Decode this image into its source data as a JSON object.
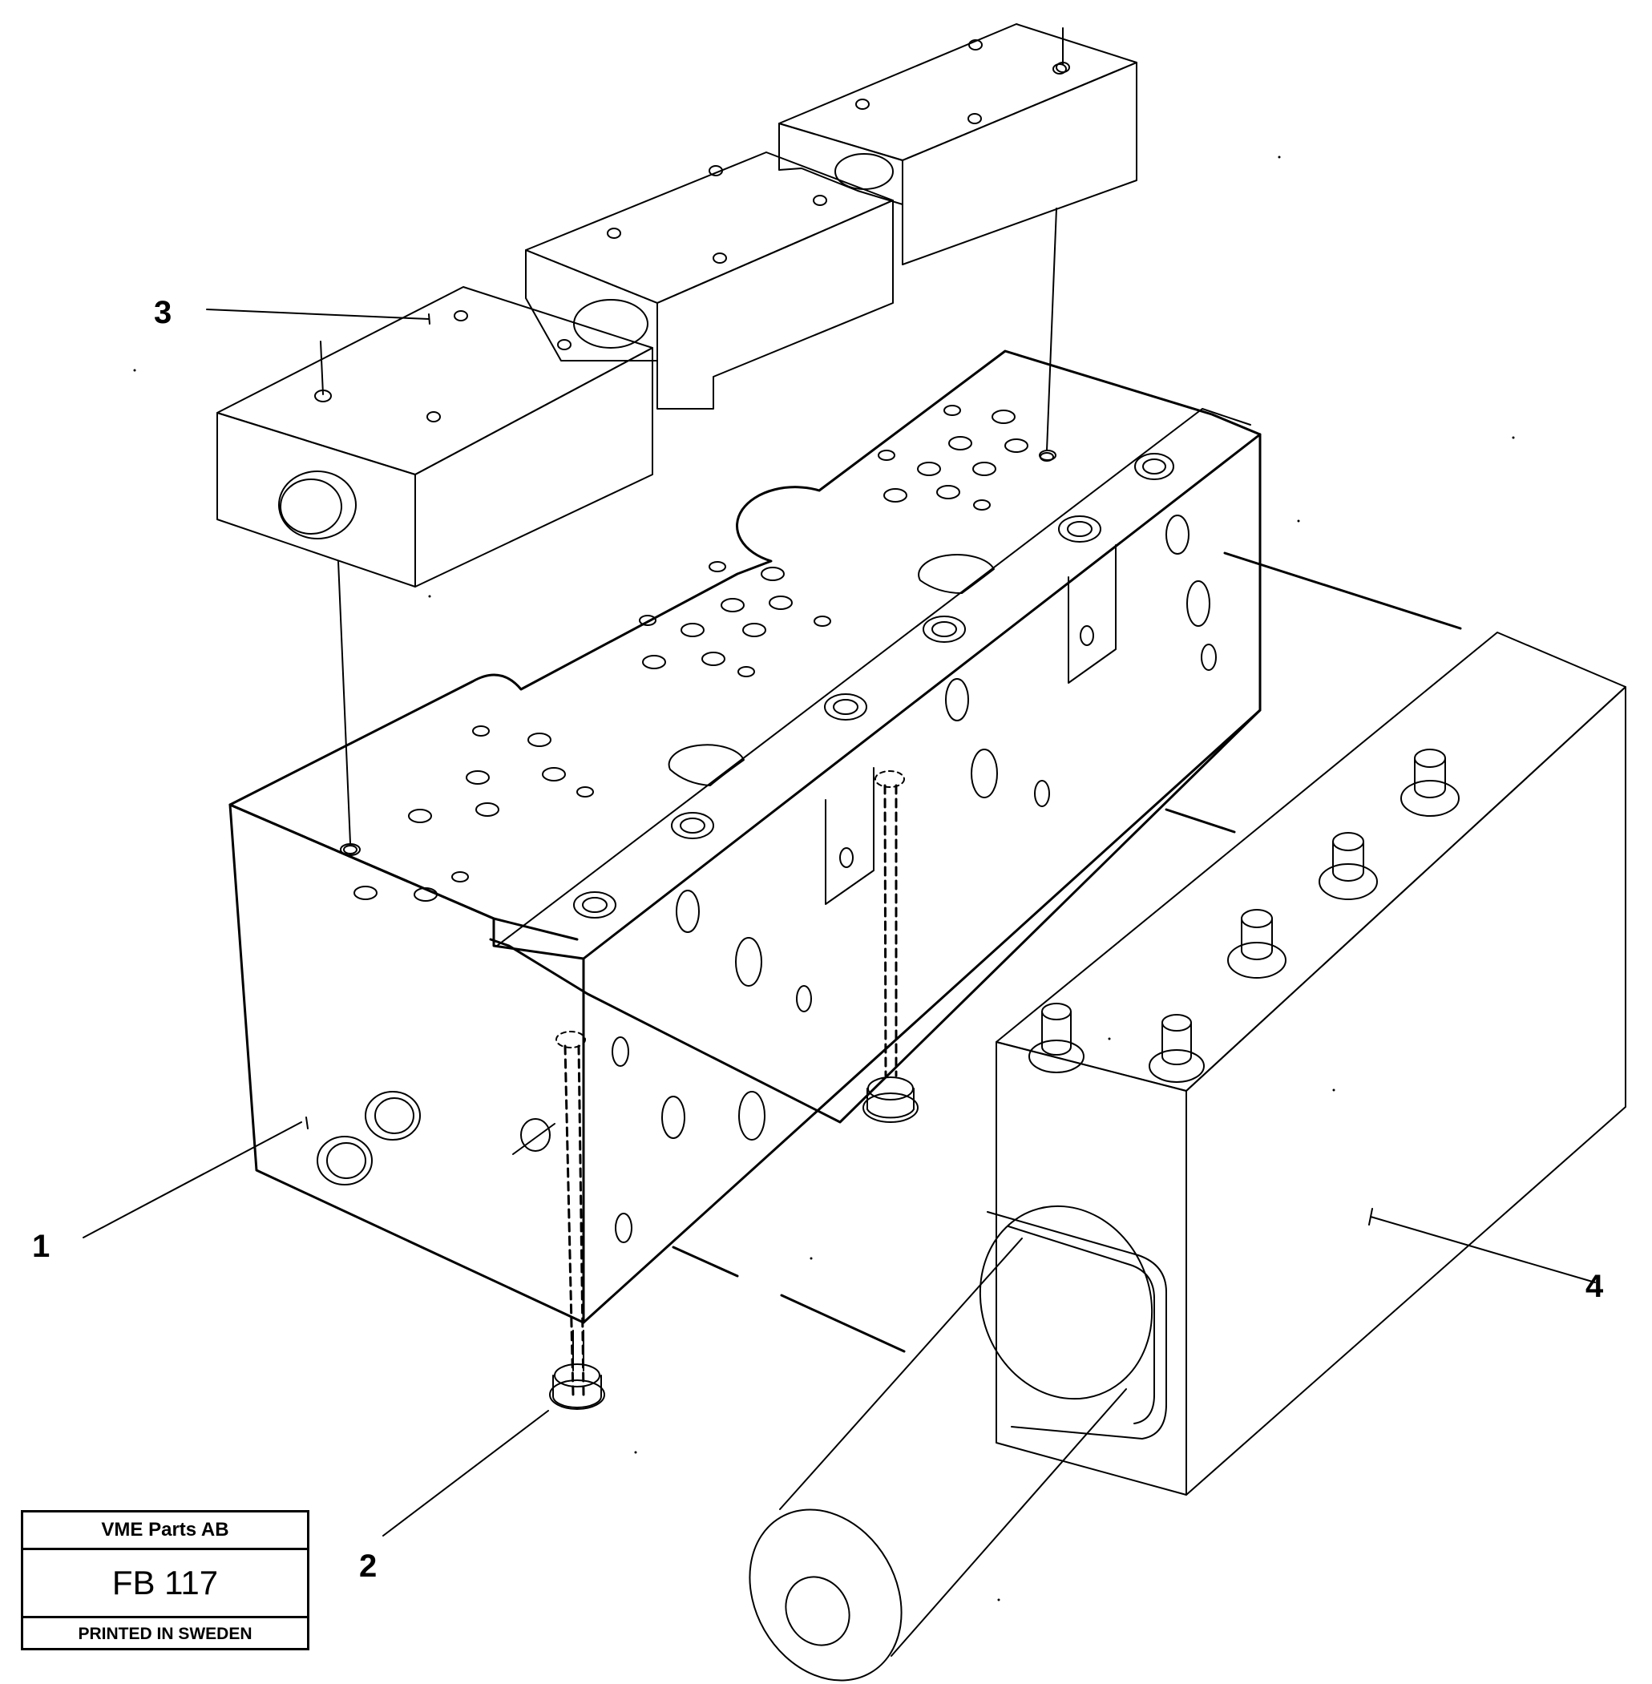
{
  "callouts": {
    "part_1": "1",
    "part_2": "2",
    "part_3": "3",
    "part_4": "4"
  },
  "title_block": {
    "company": "VME Parts AB",
    "code": "FB 117",
    "printed": "PRINTED IN SWEDEN"
  },
  "colors": {
    "line": "#000000",
    "background": "#ffffff"
  }
}
